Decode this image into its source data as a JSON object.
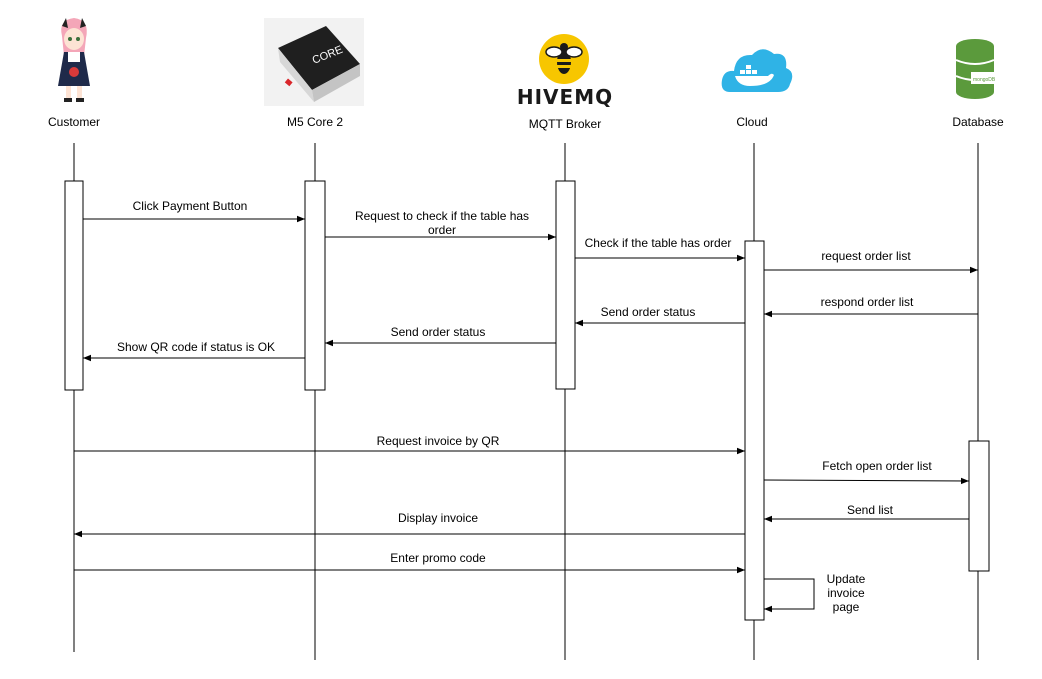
{
  "participants": {
    "customer": {
      "label": "Customer",
      "icon": "anime-girl-customer-icon"
    },
    "m5": {
      "label": "M5 Core 2",
      "icon": "m5-core2-device-icon",
      "device_text": "CORE"
    },
    "broker": {
      "label": "MQTT Broker",
      "icon": "hivemq-bee-logo-icon",
      "logo_text": "HIVEMQ"
    },
    "cloud": {
      "label": "Cloud",
      "icon": "docker-cloud-icon"
    },
    "database": {
      "label": "Database",
      "icon": "database-cylinder-icon",
      "logo_text": "mongoDB"
    }
  },
  "messages": [
    {
      "id": "m1",
      "text": "Click Payment Button"
    },
    {
      "id": "m2",
      "text": "Request to check if the table has order"
    },
    {
      "id": "m3",
      "text": "Check if the table has order"
    },
    {
      "id": "m4",
      "text": "request order list"
    },
    {
      "id": "m5",
      "text": "respond order list"
    },
    {
      "id": "m6",
      "text": "Send order status"
    },
    {
      "id": "m7",
      "text": "Send order status"
    },
    {
      "id": "m8",
      "text": "Show QR code if status is OK"
    },
    {
      "id": "m9",
      "text": "Request invoice by QR"
    },
    {
      "id": "m10",
      "text": "Fetch open order list"
    },
    {
      "id": "m11",
      "text": "Send list"
    },
    {
      "id": "m12",
      "text": "Display invoice"
    },
    {
      "id": "m13",
      "text": "Enter promo code"
    },
    {
      "id": "m14",
      "text": "Update invoice page"
    }
  ],
  "colors": {
    "line": "#000000",
    "activation_fill": "#ffffff",
    "hivemq_yellow": "#f7c600",
    "cloud_blue": "#2fb3e6",
    "db_green": "#5b9a3c",
    "m5_body": "#1f1f1f",
    "m5_red": "#d9262b"
  }
}
